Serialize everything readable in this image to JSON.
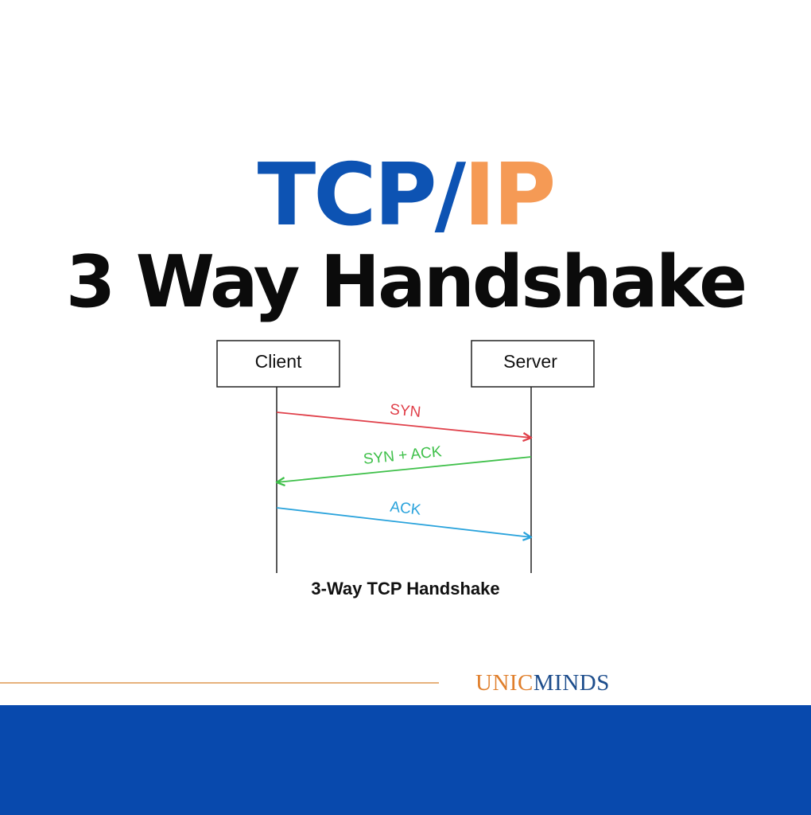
{
  "title": {
    "line1_part1": "TCP/",
    "line1_part2": "IP",
    "line2": "3 Way Handshake",
    "colors": {
      "blue": "#0d53b3",
      "orange": "#f59a55",
      "dark": "#0b0b0b"
    }
  },
  "diagram": {
    "participants": [
      {
        "id": "client",
        "label": "Client"
      },
      {
        "id": "server",
        "label": "Server"
      }
    ],
    "messages": [
      {
        "label": "SYN",
        "from": "client",
        "to": "server",
        "color": "#e0404a"
      },
      {
        "label": "SYN + ACK",
        "from": "server",
        "to": "client",
        "color": "#3fc04a"
      },
      {
        "label": "ACK",
        "from": "client",
        "to": "server",
        "color": "#2aa3dc"
      }
    ],
    "caption": "3-Way TCP Handshake"
  },
  "brand": {
    "part1": "UNIC",
    "part2": "MINDS",
    "colors": {
      "part1": "#e07f2c",
      "part2": "#1d4d8c"
    }
  },
  "footer": {
    "color": "#0849ad"
  }
}
